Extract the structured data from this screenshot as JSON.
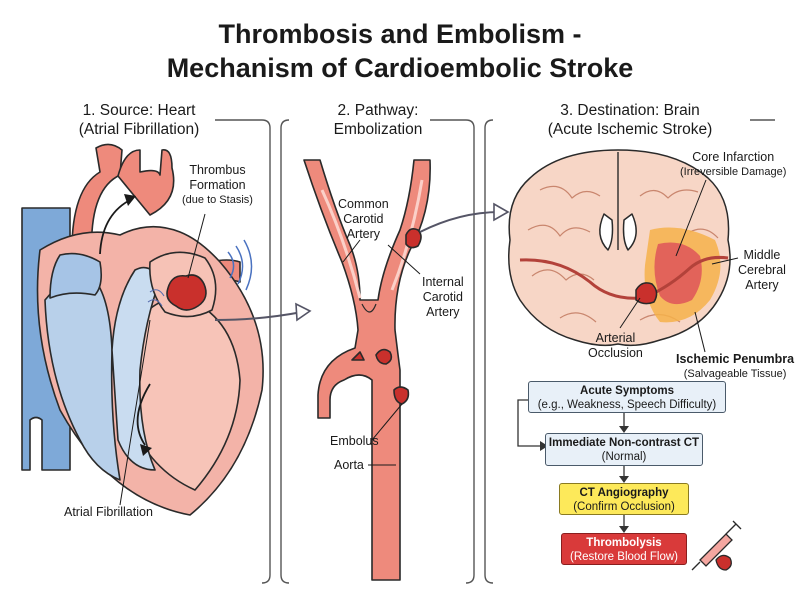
{
  "title": {
    "line1": "Thrombosis and Embolism -",
    "line2": "Mechanism of Cardioembolic Stroke"
  },
  "columns": [
    {
      "line1": "1. Source: Heart",
      "line2": "(Atrial Fibrillation)"
    },
    {
      "line1": "2. Pathway:",
      "line2": "Embolization"
    },
    {
      "line1": "3. Destination: Brain",
      "line2": "(Acute Ischemic Stroke)"
    }
  ],
  "heart_labels": {
    "thrombus_1": "Thrombus",
    "thrombus_2": "Formation",
    "thrombus_3": "(due to Stasis)",
    "afib": "Atrial Fibrillation"
  },
  "pathway_labels": {
    "carotid_1": "Common",
    "carotid_2": "Carotid",
    "carotid_3": "Artery",
    "internal_1": "Internal",
    "internal_2": "Carotid",
    "internal_3": "Artery",
    "embolus": "Embolus",
    "aorta": "Aorta"
  },
  "brain_labels": {
    "core_1": "Core Infarction",
    "core_2": "(Irreversible Damage)",
    "mca_1": "Middle",
    "mca_2": "Cerebral",
    "mca_3": "Artery",
    "occ_1": "Arterial",
    "occ_2": "Occlusion",
    "pen_1": "Ischemic Penumbra",
    "pen_2": "(Salvageable Tissue)"
  },
  "flow": [
    {
      "title": "Acute Symptoms",
      "sub": "(e.g., Weakness, Speech Difficulty)",
      "bg": "#e8f0f8"
    },
    {
      "title": "Immediate Non-contrast CT",
      "sub": "(Normal)",
      "bg": "#e8f0f8"
    },
    {
      "title": "CT Angiography",
      "sub": "(Confirm Occlusion)",
      "bg": "#fde95a"
    },
    {
      "title": "Thrombolysis",
      "sub": "(Restore Blood Flow)",
      "bg": "#d93a3a"
    }
  ],
  "colors": {
    "artery": "#ee8a7c",
    "artery_dark": "#b3423a",
    "vein": "#7ea9d8",
    "clot": "#c9302c",
    "tissue": "#f7d6c6",
    "penumbra": "#f6b14a",
    "core": "#e2635a"
  }
}
